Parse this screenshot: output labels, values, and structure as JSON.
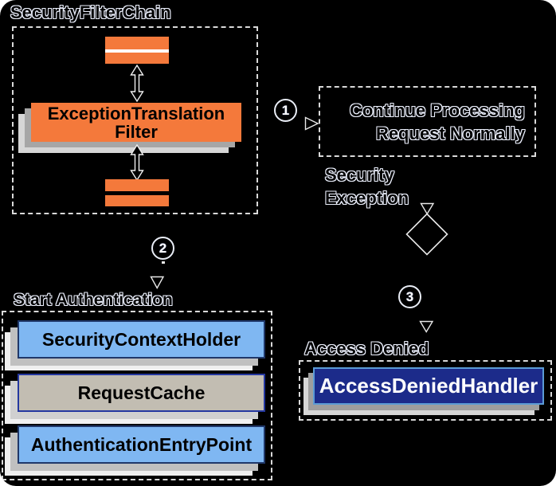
{
  "title": "SecurityFilterChain",
  "filter": {
    "line1": "ExceptionTranslation",
    "line2": "Filter"
  },
  "badges": {
    "one": "1",
    "two": "2",
    "three": "3"
  },
  "continue_box": {
    "line1": "Continue Processing",
    "line2": "Request Normally"
  },
  "security_exception": {
    "line1": "Security",
    "line2": "Exception"
  },
  "start_authentication": {
    "label": "Start Authentication",
    "boxes": [
      "SecurityContextHolder",
      "RequestCache",
      "AuthenticationEntryPoint"
    ]
  },
  "access_denied": {
    "label": "Access Denied",
    "handler": "AccessDeniedHandler"
  },
  "colors": {
    "background": "#000000",
    "filter_orange": "#f4793b",
    "component_light_blue": "#7fb7f2",
    "component_gray": "#c2bdb2",
    "handler_navy": "#1c2b8a",
    "blue_box_border": "#20386a",
    "handler_border": "#5b9bd5",
    "dashed_border": "#d9d9d9"
  }
}
